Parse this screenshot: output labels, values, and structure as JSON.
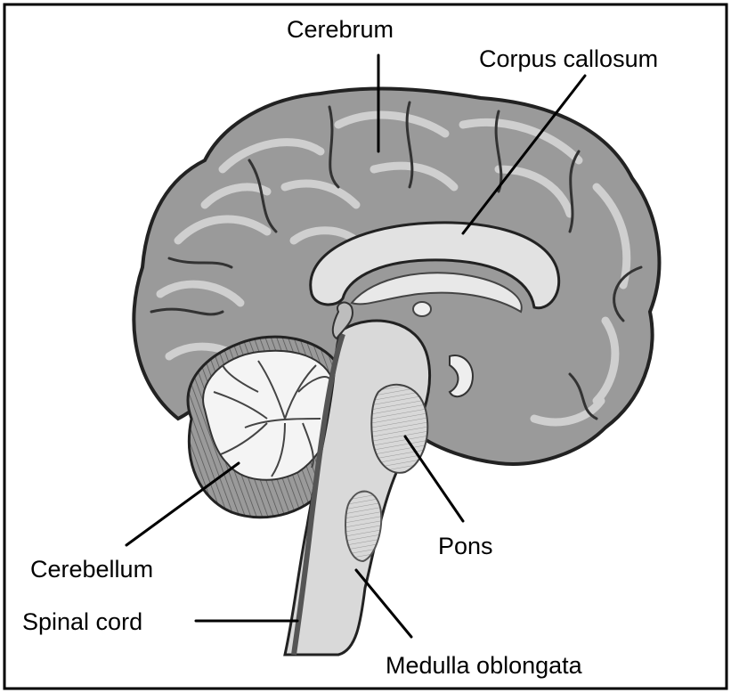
{
  "diagram": {
    "labels": {
      "cerebrum": "Cerebrum",
      "corpus_callosum": "Corpus callosum",
      "cerebellum": "Cerebellum",
      "spinal_cord": "Spinal cord",
      "pons": "Pons",
      "medulla_oblongata": "Medulla oblongata"
    },
    "colors": {
      "outline": "#222222",
      "cortex": "#9a9a9a",
      "cortex_highlight": "#cfcfcf",
      "pale": "#e2e2e2",
      "stem": "#d9d9d9",
      "cerebellum": "#8e8e8e",
      "leader": "#000000"
    }
  }
}
